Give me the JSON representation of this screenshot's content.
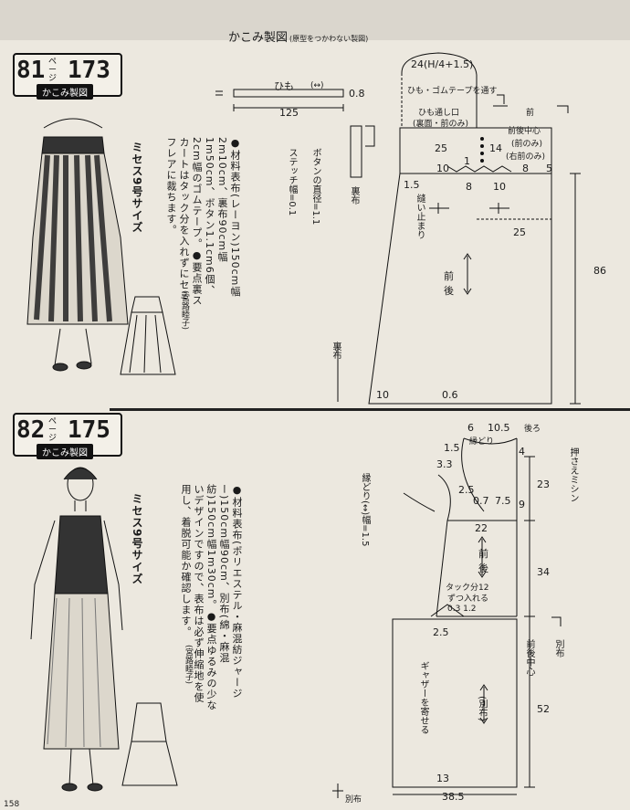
{
  "header": {
    "title": "かこみ製図",
    "subtitle": "(原型をつかわない製図)"
  },
  "pattern81": {
    "page_num": "81",
    "page_word": "ページ",
    "fig_num": "173",
    "caption": "かこみ製図",
    "size": "ミセス9号サイズ",
    "materials_title": "●材料",
    "materials": "表布(レーヨン)150cm幅2m10cm、裏布90cm幅1m50cm、ボタン1.1cm6個、2cm幅のゴムテープ。",
    "points_title": "●要点",
    "points": "裏スカートはタック分を入れずにセミフレアに裁ちます。",
    "designer": "(宮路睦子)",
    "button_note": "ボタンの直径=1.1",
    "stitch_note": "ステッチ幅=0.1",
    "tie_label": "ひも",
    "tie_arrow": "(↔)",
    "tie_width": "0.8",
    "tie_length": "125",
    "dims": {
      "top": "24(H/4+1.5)",
      "loop_note": "ひも・ゴムテープを通す",
      "loop_note2": "ひも通し口",
      "loop_note3": "(裏面・前のみ)",
      "front": "前",
      "center": "前後中心",
      "front_only": "(前のみ)",
      "right_front": "(右前のみ)",
      "d25": "25",
      "d14": "14",
      "d10a": "10",
      "d1": "1",
      "d8a": "8",
      "d5": "5",
      "d15": "1.5",
      "d8b": "8",
      "d10b": "10",
      "nuidome": "縫い止まり",
      "d25b": "25",
      "d86": "86",
      "front_back": "前",
      "back": "後",
      "lining": "裏布",
      "d10c": "10",
      "d06": "0.6",
      "ura": "裏布"
    }
  },
  "pattern82": {
    "page_num": "82",
    "page_word": "ページ",
    "fig_num": "175",
    "caption": "かこみ製図",
    "size": "ミセス9号サイズ",
    "materials_title": "●材料",
    "materials": "表布(ポリエステル・麻混紡ジャージー)150cm幅90cm、別布(綿・麻混紡)150cm幅1m30cm。",
    "points_title": "●要点",
    "points": "ゆるみの少ないデザインですので、表布は必ず伸縮地を使用し、着脱可能か確認します。",
    "designer": "(宮路睦子)",
    "binding": "縁どり(↔)幅=1.5",
    "dims": {
      "top": "6",
      "d105": "10.5",
      "back_label": "後ろ",
      "binding_label": "縁どり",
      "d4": "4",
      "d15": "1.5",
      "d33": "3.3",
      "d25": "2.5",
      "d07": "0.7",
      "d75": "7.5",
      "d9": "9",
      "d23": "23",
      "press": "押さえミシン",
      "d22": "22",
      "front": "前",
      "back": "後",
      "d34": "34",
      "tuck": "タック分12",
      "tuck2": "ずつ入れる",
      "d0312": "0.3 1.2",
      "d25b": "2.5",
      "gather": "ギャザーを寄せる",
      "center": "前後中心",
      "alt_fabric": "別布",
      "alt_paren": "(別布)",
      "d52": "52",
      "d13": "13",
      "d385": "38.5",
      "alt_bottom": "別布"
    }
  },
  "footer": {
    "page": "158"
  }
}
